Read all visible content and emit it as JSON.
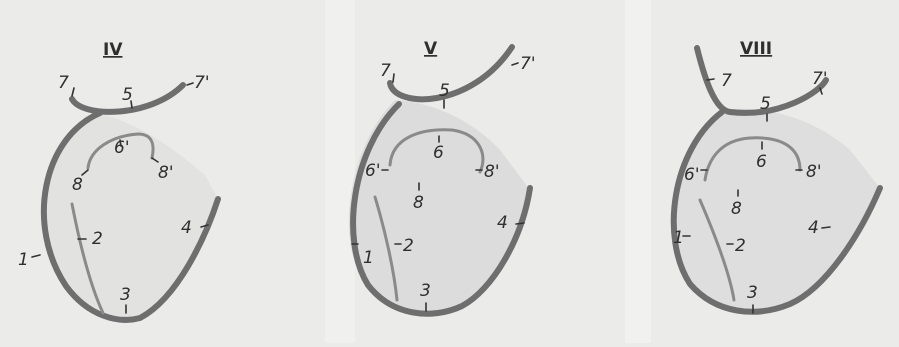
{
  "panels": [
    {
      "title": "IV",
      "labels": {
        "l1": "1",
        "l2": "2",
        "l3": "3",
        "l4": "4",
        "l5": "5",
        "l6p": "6'",
        "l7": "7",
        "l7p": "7'",
        "l8": "8",
        "l8p": "8'"
      }
    },
    {
      "title": "V",
      "labels": {
        "l1": "1",
        "l2": "2",
        "l3": "3",
        "l4": "4",
        "l5": "5",
        "l6": "6",
        "l6p": "6'",
        "l7": "7",
        "l7p": "7'",
        "l8": "8",
        "l8p": "8'"
      }
    },
    {
      "title": "VIII",
      "labels": {
        "l1": "1",
        "l2": "2",
        "l3": "3",
        "l4": "4",
        "l5": "5",
        "l6": "6",
        "l6p": "6'",
        "l7": "7",
        "l7p": "7'",
        "l8": "8",
        "l8p": "8'"
      }
    }
  ],
  "colors": {
    "paper": "#ebebea",
    "outline": "#6e6e6e",
    "inner_lines": "#8a8a8a",
    "ink": "#2f2f2f"
  }
}
